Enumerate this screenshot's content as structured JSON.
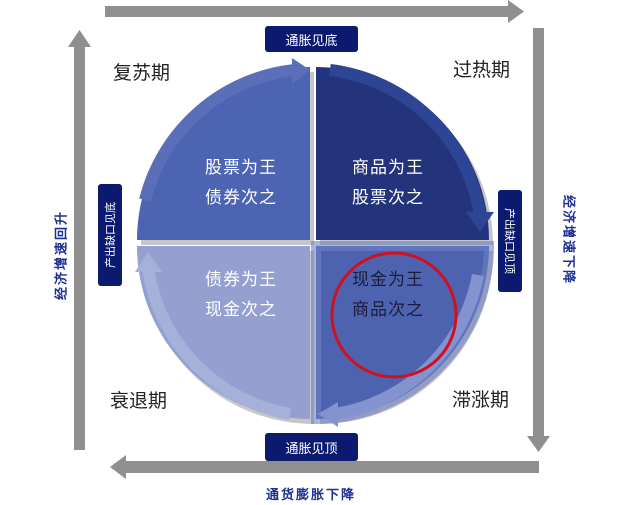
{
  "phases": {
    "recovery": "复苏期",
    "overheat": "过热期",
    "recession": "衰退期",
    "stagflation": "滞涨期"
  },
  "quadrants": {
    "top_left": {
      "line1": "股票为王",
      "line2": "债券次之"
    },
    "top_right": {
      "line1": "商品为王",
      "line2": "股票次之"
    },
    "bottom_left": {
      "line1": "债券为王",
      "line2": "现金次之"
    },
    "bottom_right": {
      "line1": "现金为王",
      "line2": "商品次之"
    }
  },
  "badges": {
    "top": "通胀见底",
    "bottom": "通胀见顶",
    "right": "产出缺口见顶",
    "left": "产出缺口见底"
  },
  "axes": {
    "left": "经济增速回升",
    "right": "经济增速下降",
    "bottom": "通货膨胀下降"
  },
  "colors": {
    "top_left": "#4d64b3",
    "top_right": "#23347c",
    "bottom_left": "#94a1d0",
    "bottom_right": "#4e63b0",
    "highlight_circle": "#d0101e",
    "badge": "#0b1a6e"
  }
}
